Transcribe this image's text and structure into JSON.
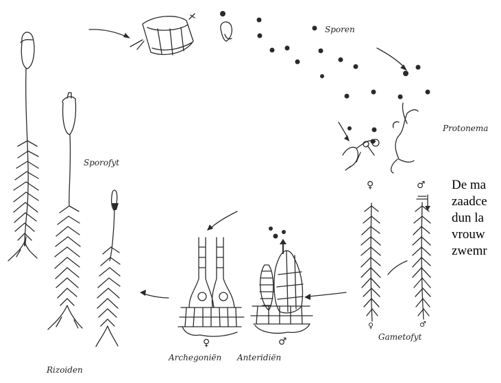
{
  "labels": {
    "sporen": "Sporen",
    "protonema": "Protonema",
    "sporofyt": "Sporofyt",
    "gametofyt": "Gametofyt",
    "archegonien": "Archegoniën",
    "anteridien": "Anteridiën",
    "rizoiden": "Rizoiden"
  },
  "symbols": {
    "female": "♀",
    "male": "♂"
  },
  "text_lines": [
    "De ma",
    "zaadce",
    "dun la",
    "vrouw",
    "zwemr"
  ]
}
